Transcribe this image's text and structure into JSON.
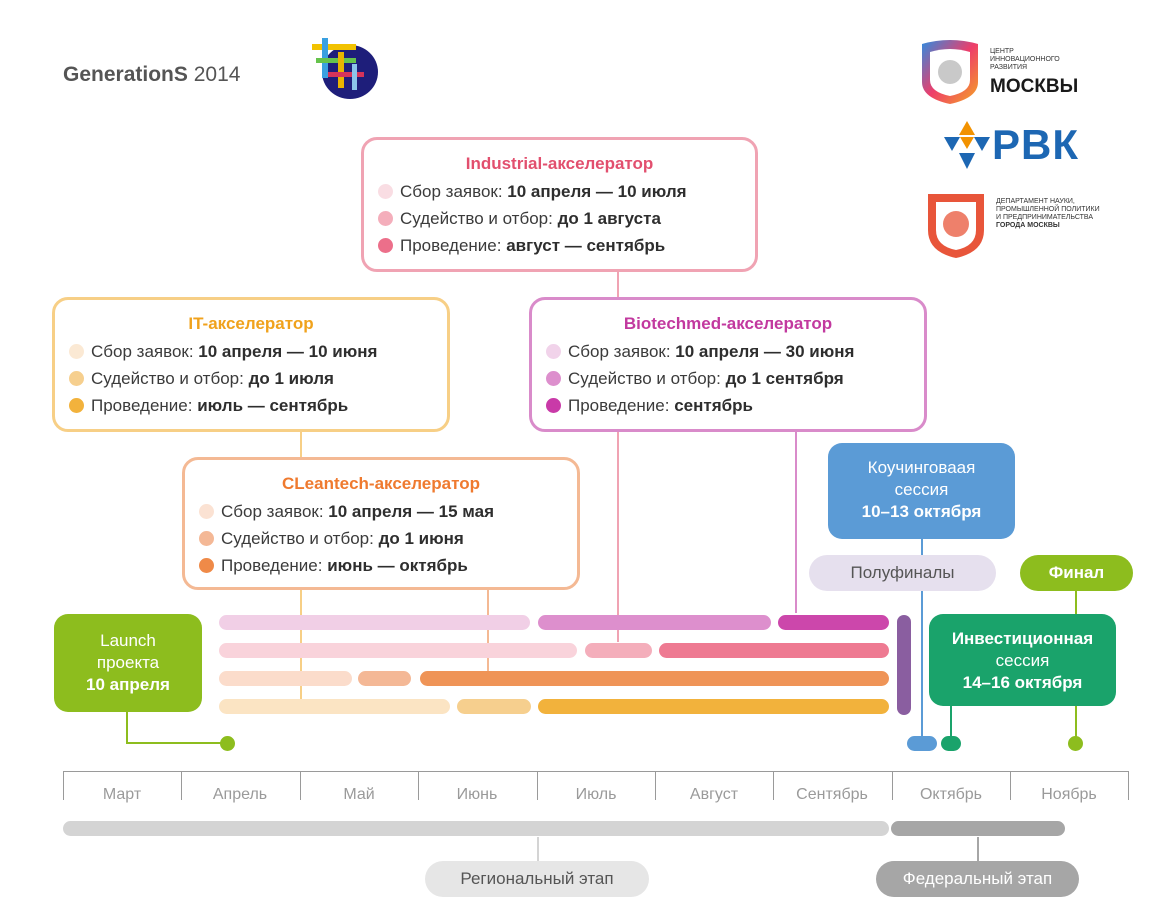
{
  "header": {
    "brand": "GenerationS",
    "year": "2014"
  },
  "logos": {
    "moscow_center_lines": [
      "ЦЕНТР",
      "ИННОВАЦИОННОГО",
      "РАЗВИТИЯ"
    ],
    "moscow_center_big": "МОСКВЫ",
    "rvk": "РВК",
    "dept_lines": [
      "ДЕПАРТАМЕНТ НАУКИ,",
      "ПРОМЫШЛЕННОЙ ПОЛИТИКИ",
      "И ПРЕДПРИНИМАТЕЛЬСТВА"
    ],
    "dept_bold": "ГОРОДА МОСКВЫ"
  },
  "accelerators": {
    "industrial": {
      "title": "Industrial-акселератор",
      "rows": [
        {
          "label": "Сбор заявок: ",
          "value": "10 апреля — 10 июля"
        },
        {
          "label": "Судейство и отбор: ",
          "value": "до 1 августа"
        },
        {
          "label": "Проведение: ",
          "value": "август — сентябрь"
        }
      ]
    },
    "it": {
      "title": "IT-акселератор",
      "rows": [
        {
          "label": "Сбор заявок: ",
          "value": "10 апреля — 10 июня"
        },
        {
          "label": "Судейство и отбор: ",
          "value": "до 1 июля"
        },
        {
          "label": "Проведение: ",
          "value": "июль — сентябрь"
        }
      ]
    },
    "biotech": {
      "title": "Biotechmed-акселератор",
      "rows": [
        {
          "label": "Сбор заявок: ",
          "value": "10 апреля — 30 июня"
        },
        {
          "label": "Судейство и отбор: ",
          "value": "до 1 сентября"
        },
        {
          "label": "Проведение: ",
          "value": "сентябрь"
        }
      ]
    },
    "cleantech": {
      "title": "CLeantech-акселератор",
      "rows": [
        {
          "label": "Сбор заявок: ",
          "value": "10 апреля — 15 мая"
        },
        {
          "label": "Судейство и отбор: ",
          "value": "до 1 июня"
        },
        {
          "label": "Проведение: ",
          "value": "июнь — октябрь"
        }
      ]
    }
  },
  "events": {
    "coaching": [
      "Коучинговаая",
      "сессия",
      "10–13 октября"
    ],
    "semifinals": "Полуфиналы",
    "final": "Финал",
    "investment": [
      "Инвестиционная",
      "сессия",
      "14–16 октября"
    ],
    "launch": [
      "Launch",
      "проекта",
      "10 апреля"
    ]
  },
  "timeline": {
    "months": [
      "Март",
      "Апрель",
      "Май",
      "Июнь",
      "Июль",
      "Август",
      "Сентябрь",
      "Октябрь",
      "Ноябрь"
    ],
    "regional": "Региональный этап",
    "federal": "Федеральный этап"
  },
  "colors": {
    "industrial": "#f0a3b3",
    "industrial_title": "#e24f6e",
    "it": "#f7cf86",
    "it_title": "#f0a21c",
    "biotech": "#d98bca",
    "biotech_title": "#c2399f",
    "cleantech": "#f4b994",
    "cleantech_title": "#ef7a2f",
    "launch": "#8dbd1e",
    "coaching": "#5b9bd6",
    "investment": "#1aa36b",
    "semifinals_bg": "#e6e0ee",
    "timeline_grey": "#d4d4d4",
    "federal_grey": "#a6a6a6"
  }
}
